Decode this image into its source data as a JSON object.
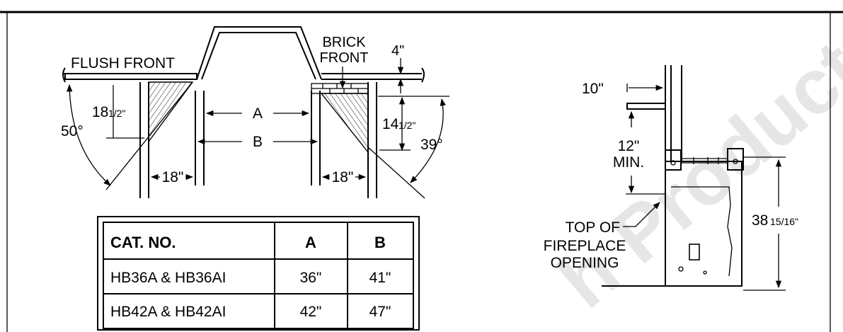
{
  "left_diagram": {
    "flush_front": "FLUSH FRONT",
    "brick_front_line1": "BRICK",
    "brick_front_line2": "FRONT",
    "dim_4": "4\"",
    "dim_18_half": "18",
    "dim_18_half_frac": "1/2\"",
    "dim_14_half": "14",
    "dim_14_half_frac": "1/2\"",
    "angle_50": "50°",
    "angle_39": "39°",
    "dim_A": "A",
    "dim_B": "B",
    "dim_18_left": "18\"",
    "dim_18_right": "18\""
  },
  "table": {
    "headers": [
      "CAT. NO.",
      "A",
      "B"
    ],
    "rows": [
      [
        "HB36A & HB36AI",
        "36\"",
        "41\""
      ],
      [
        "HB42A & HB42AI",
        "42\"",
        "47\""
      ]
    ]
  },
  "right_diagram": {
    "dim_10": "10\"",
    "dim_12_line1": "12\"",
    "dim_12_line2": "MIN.",
    "top_of_line1": "TOP OF",
    "top_of_line2": "FIREPLACE",
    "top_of_line3": "OPENING",
    "dim_38": "38",
    "dim_38_frac": "15/16\""
  },
  "watermark": "h Products"
}
